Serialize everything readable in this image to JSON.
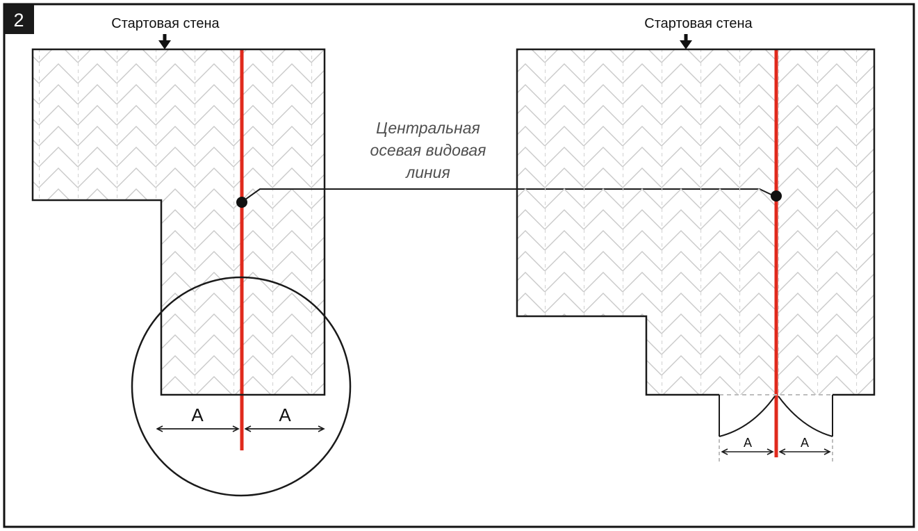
{
  "page": {
    "number": "2"
  },
  "colors": {
    "axis_red": "#e02a1d",
    "outline": "#1a1a1a",
    "hatch_line": "#c9c9c9",
    "dashed_gray": "#bdbdbd",
    "label_gray": "#4f4f4f"
  },
  "left_diagram": {
    "wall_label": "Стартовая стена",
    "dim_a_left": "А",
    "dim_a_right": "А"
  },
  "right_diagram": {
    "wall_label": "Стартовая стена",
    "dim_a_left": "А",
    "dim_a_right": "А"
  },
  "center_label": {
    "line1": "Центральная",
    "line2": "осевая видовая",
    "line3": "линия"
  }
}
